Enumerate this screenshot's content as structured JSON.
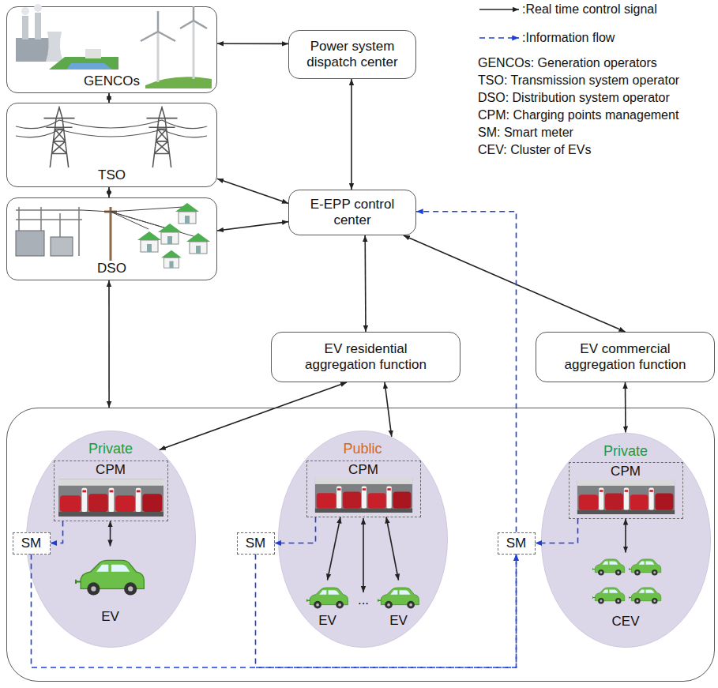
{
  "diagram": {
    "nodes": [
      {
        "text": [
          "GENCOs"
        ]
      },
      {
        "text": [
          "Power system dispatch center"
        ]
      },
      {
        "text": [
          "TSO"
        ]
      },
      {
        "text": [
          "E-EPP control center"
        ]
      },
      {
        "text": [
          "DSO"
        ]
      },
      {
        "text": [
          "EV residential aggregation function"
        ]
      },
      {
        "text": [
          "EV commercial aggregation function"
        ]
      },
      {
        "text": []
      },
      {
        "text": [
          "Private"
        ],
        "in": 7
      },
      {
        "text": [
          "CPM"
        ],
        "in": 8
      },
      {
        "text": [
          "EV"
        ],
        "in": 8
      },
      {
        "text": [
          "SM"
        ],
        "in": 7
      },
      {
        "text": [
          "Public"
        ],
        "in": 7
      },
      {
        "text": [
          "CPM"
        ],
        "in": 12
      },
      {
        "text": [
          "EV"
        ],
        "in": 12
      },
      {
        "text": [
          "EV"
        ],
        "in": 12
      },
      {
        "text": [
          "SM"
        ],
        "in": 7
      },
      {
        "text": [
          "Private"
        ],
        "in": 7
      },
      {
        "text": [
          "CPM"
        ],
        "in": 17
      },
      {
        "text": [
          "CEV"
        ],
        "in": 17
      },
      {
        "text": [
          "SM"
        ],
        "in": 7
      }
    ],
    "edges": [
      {
        "from": 0,
        "to": 1,
        "arrow": "both"
      },
      {
        "from": 0,
        "to": 2,
        "arrow": "both"
      },
      {
        "from": 1,
        "to": 3,
        "arrow": "both"
      },
      {
        "from": 2,
        "to": 3,
        "arrow": "both"
      },
      {
        "from": 2,
        "to": 4,
        "arrow": "both"
      },
      {
        "from": 4,
        "to": 3,
        "arrow": "both"
      },
      {
        "from": 3,
        "to": 5,
        "arrow": "both"
      },
      {
        "from": 3,
        "to": 6,
        "arrow": "both"
      },
      {
        "from": 4,
        "to": 7,
        "arrow": "both"
      },
      {
        "from": 5,
        "to": 8,
        "arrow": "both"
      },
      {
        "from": 5,
        "to": 12,
        "arrow": "both"
      },
      {
        "from": 6,
        "to": 17,
        "arrow": "both"
      },
      {
        "from": 9,
        "to": 10,
        "arrow": "both"
      },
      {
        "from": 13,
        "to": 14,
        "arrow": "both"
      },
      {
        "from": 13,
        "to": 15,
        "arrow": "both"
      },
      {
        "from": 18,
        "to": 19,
        "arrow": "both"
      },
      {
        "from": 9,
        "to": 11,
        "arrow": "to"
      },
      {
        "from": 13,
        "to": 16,
        "arrow": "to"
      },
      {
        "from": 18,
        "to": 20,
        "arrow": "to"
      },
      {
        "from": 11,
        "to": 20,
        "arrow": "to"
      },
      {
        "from": 16,
        "to": 20,
        "arrow": "to"
      },
      {
        "from": 20,
        "to": 3,
        "arrow": "to"
      }
    ],
    "labels": [
      "GENCOs: Generation operators",
      "TSO: Transmission system operator",
      "DSO: Distribution system operator",
      "CPM: Charging points management",
      "SM: Smart meter",
      "CEV: Cluster of EVs",
      "..."
    ],
    "legend": [
      {
        "text": ":Real time control signal"
      },
      {
        "text": ":Information flow"
      }
    ]
  }
}
